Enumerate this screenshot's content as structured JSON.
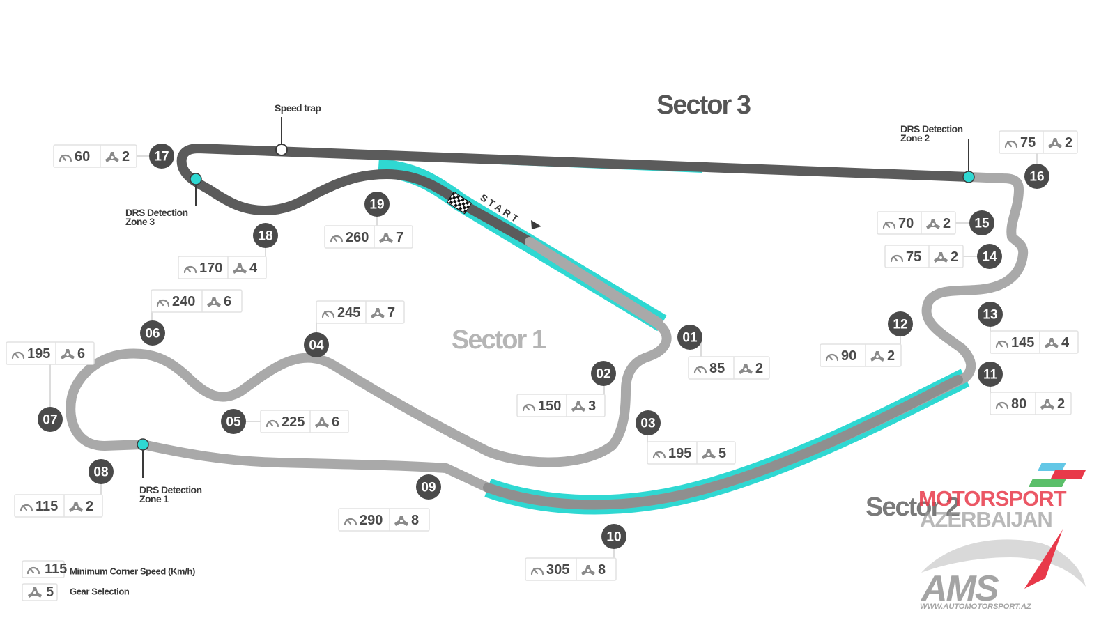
{
  "sectors": {
    "sector_1": "Sector 1",
    "sector_2": "Sector 2",
    "sector_3": "Sector 3"
  },
  "start_label": "START",
  "speed_trap_label": "Speed trap",
  "drs_detection": {
    "zone_1": [
      "DRS Detection",
      "Zone 1"
    ],
    "zone_2": [
      "DRS Detection",
      "Zone 2"
    ],
    "zone_3": [
      "DRS Detection",
      "Zone 3"
    ]
  },
  "corners": [
    {
      "turn": "01",
      "speed": "85",
      "gear": "2"
    },
    {
      "turn": "02",
      "speed": "150",
      "gear": "3"
    },
    {
      "turn": "03",
      "speed": "195",
      "gear": "5"
    },
    {
      "turn": "04",
      "speed": "245",
      "gear": "7"
    },
    {
      "turn": "05",
      "speed": "225",
      "gear": "6"
    },
    {
      "turn": "06",
      "speed": "240",
      "gear": "6"
    },
    {
      "turn": "07",
      "speed": "195",
      "gear": "6"
    },
    {
      "turn": "08",
      "speed": "115",
      "gear": "2"
    },
    {
      "turn": "09",
      "speed": "290",
      "gear": "8"
    },
    {
      "turn": "10",
      "speed": "305",
      "gear": "8"
    },
    {
      "turn": "11",
      "speed": "80",
      "gear": "2"
    },
    {
      "turn": "12",
      "speed": "90",
      "gear": "2"
    },
    {
      "turn": "13",
      "speed": "145",
      "gear": "4"
    },
    {
      "turn": "14",
      "speed": "75",
      "gear": "2"
    },
    {
      "turn": "15",
      "speed": "70",
      "gear": "2"
    },
    {
      "turn": "16",
      "speed": "75",
      "gear": "2"
    },
    {
      "turn": "17",
      "speed": "60",
      "gear": "2"
    },
    {
      "turn": "18",
      "speed": "170",
      "gear": "4"
    },
    {
      "turn": "19",
      "speed": "260",
      "gear": "7"
    }
  ],
  "legend": {
    "speed_example": "115",
    "speed_text": "Minimum Corner Speed (Km/h)",
    "gear_example": "5",
    "gear_text": "Gear Selection"
  },
  "watermark": {
    "line1": "MOTORSPORT",
    "line2": "AZERBAIJAN",
    "logo": "AMS",
    "url": "WWW.AUTOMOTORSPORT.AZ"
  },
  "colors": {
    "track_dark": "#5b5b5b",
    "track_light": "#a9a9a9",
    "drs_zone": "#2fd8d2",
    "turn_badge": "#4a4a4a",
    "watermark_red": "#e8394a"
  },
  "icons": {
    "speed": "speedometer-icon",
    "gear": "gear-icon",
    "finish": "checkered-flag-icon"
  }
}
